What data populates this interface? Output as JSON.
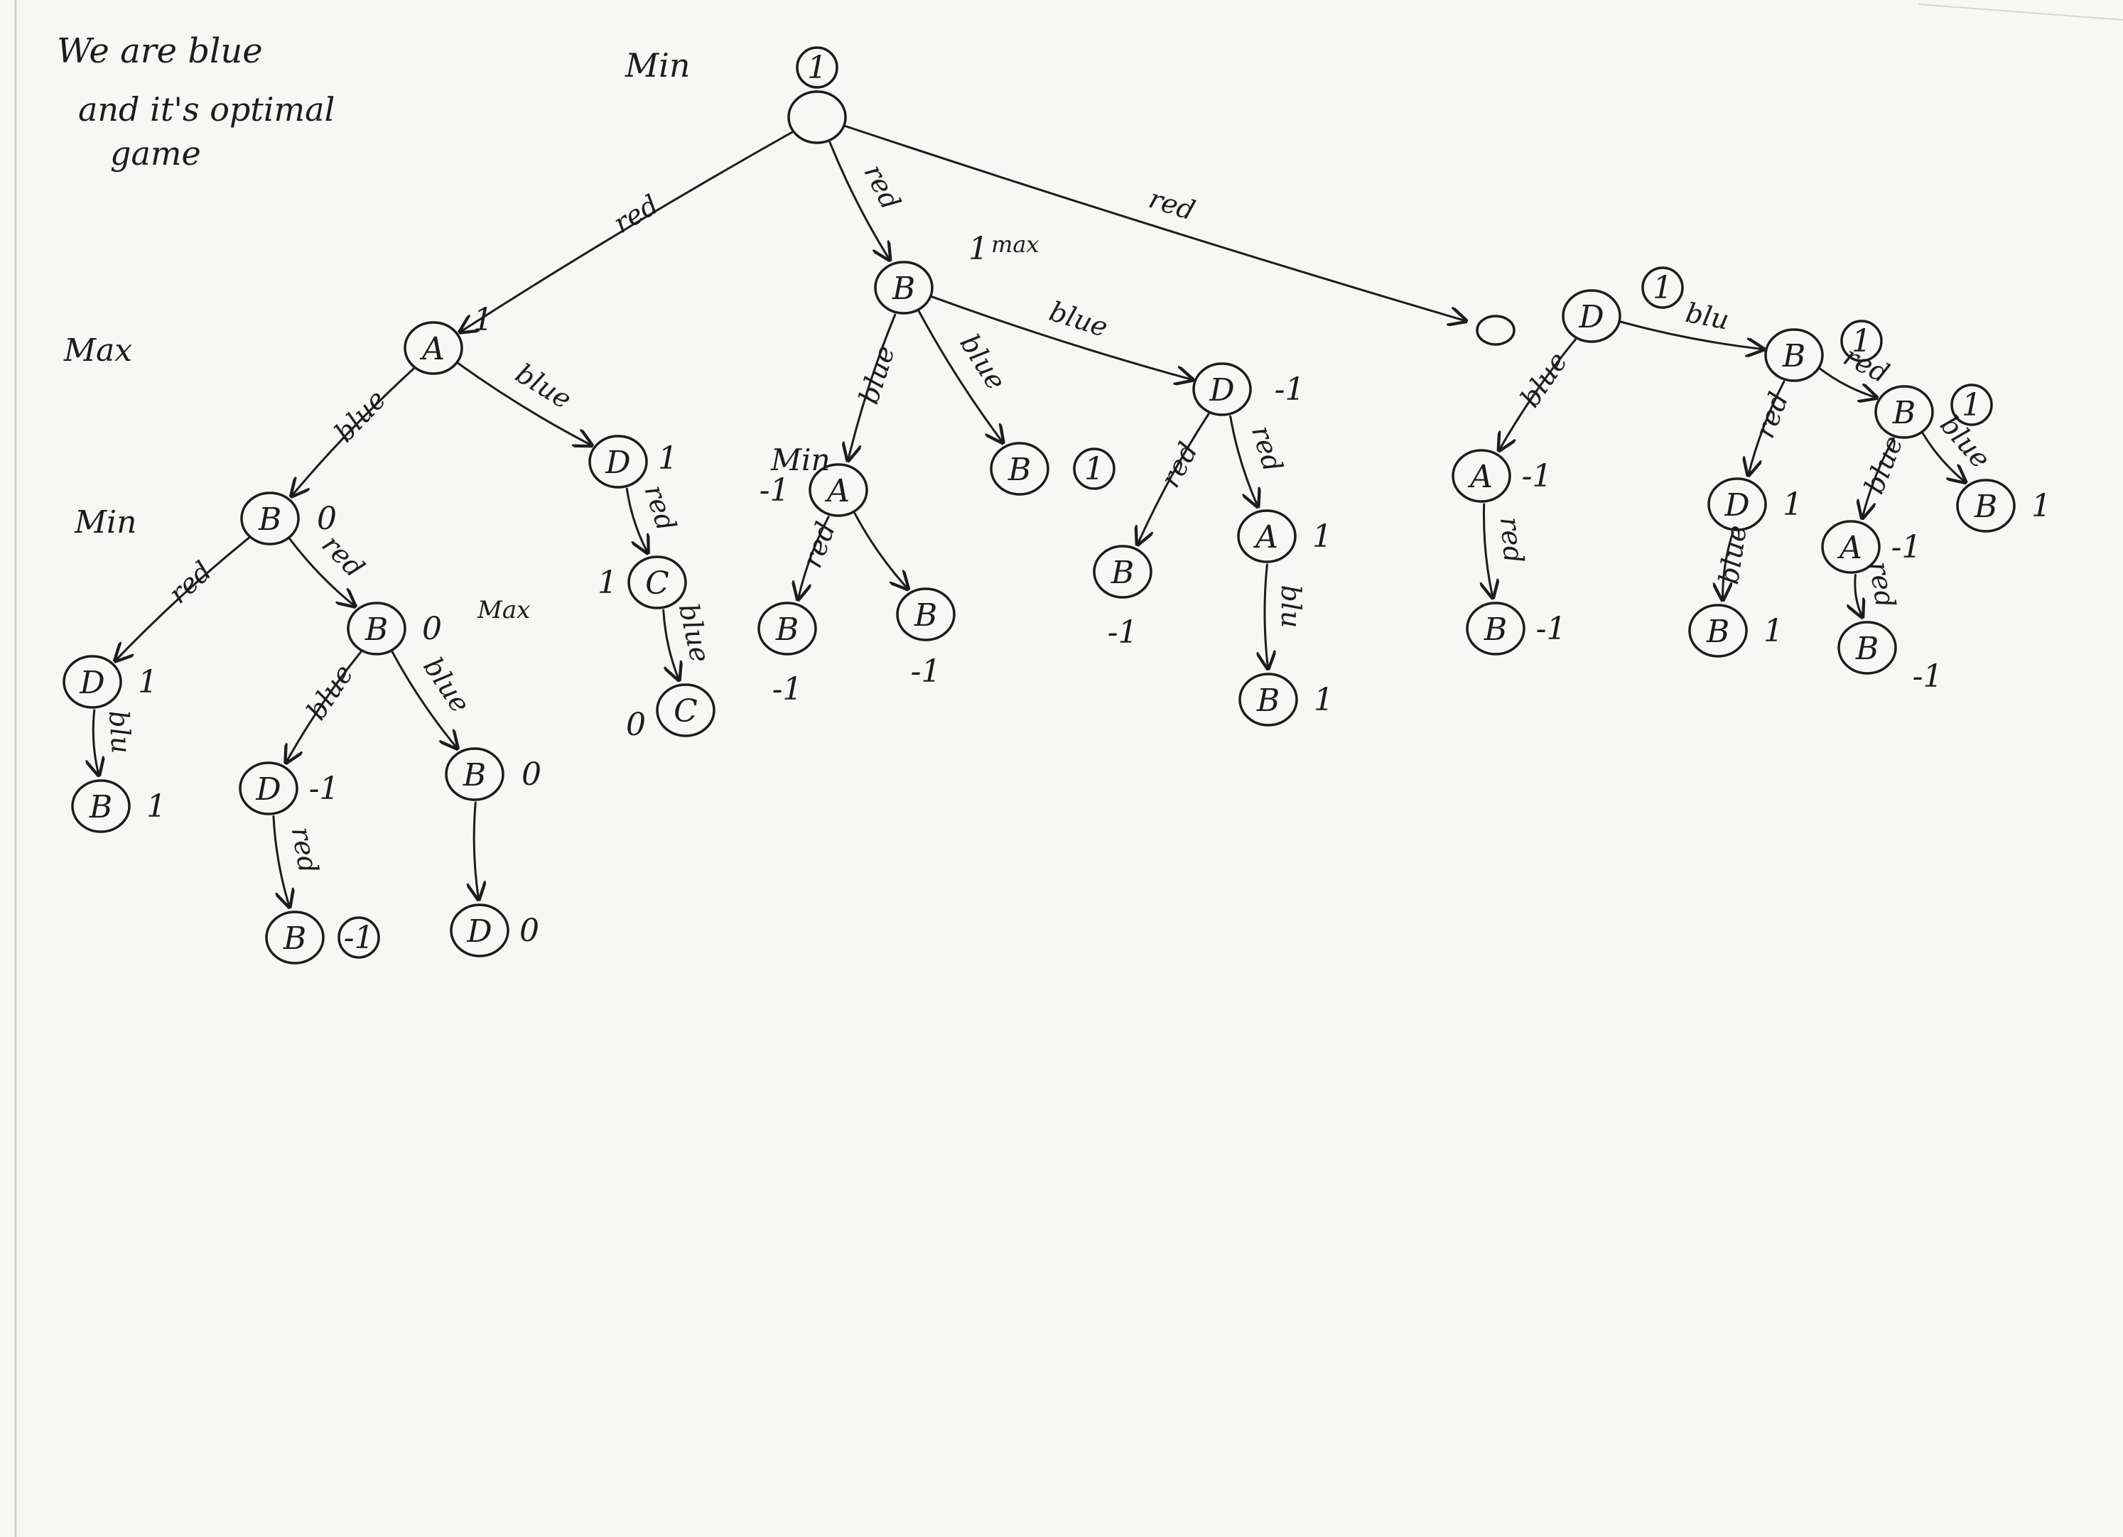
{
  "note": [
    "We are blue",
    "and it's optimal",
    "game"
  ],
  "levels": [
    "Min",
    "Max",
    "Max",
    "Min",
    "Min",
    "Max",
    "max"
  ],
  "nodes": [
    {
      "id": "root",
      "label": "",
      "value": "1",
      "circled_value": true
    },
    {
      "id": "A1",
      "label": "A",
      "value": "1"
    },
    {
      "id": "B1",
      "label": "B",
      "value": "1"
    },
    {
      "id": "D1",
      "label": "D",
      "value": "1",
      "circled_value": true
    },
    {
      "id": "u1",
      "label": "",
      "value": ""
    },
    {
      "id": "B2",
      "label": "B",
      "value": "0"
    },
    {
      "id": "D2",
      "label": "D",
      "value": "1"
    },
    {
      "id": "D3",
      "label": "D",
      "value": "1"
    },
    {
      "id": "B3",
      "label": "B",
      "value": "1"
    },
    {
      "id": "B4",
      "label": "B",
      "value": "0"
    },
    {
      "id": "D4",
      "label": "D",
      "value": "-1"
    },
    {
      "id": "B5",
      "label": "B",
      "value": "0"
    },
    {
      "id": "B6",
      "label": "B",
      "value": "-1",
      "circled_value": true
    },
    {
      "id": "D5",
      "label": "D",
      "value": "0"
    },
    {
      "id": "C1",
      "label": "C",
      "value": "1"
    },
    {
      "id": "C2",
      "label": "C",
      "value": "0"
    },
    {
      "id": "A2",
      "label": "A",
      "value": "-1"
    },
    {
      "id": "B7",
      "label": "B",
      "value": "-1"
    },
    {
      "id": "B8",
      "label": "B",
      "value": "-1"
    },
    {
      "id": "B9",
      "label": "B",
      "value": "1",
      "circled_value": true
    },
    {
      "id": "D6",
      "label": "D",
      "value": "-1"
    },
    {
      "id": "B10",
      "label": "B",
      "value": "-1"
    },
    {
      "id": "A3",
      "label": "A",
      "value": "1"
    },
    {
      "id": "B11",
      "label": "B",
      "value": "1"
    },
    {
      "id": "A4",
      "label": "A",
      "value": "-1"
    },
    {
      "id": "B12",
      "label": "B",
      "value": "-1"
    },
    {
      "id": "B13",
      "label": "B",
      "value": "1",
      "circled_value": true
    },
    {
      "id": "D7",
      "label": "D",
      "value": "1"
    },
    {
      "id": "B14",
      "label": "B",
      "value": "1"
    },
    {
      "id": "B15",
      "label": "B",
      "value": "1",
      "circled_value": true
    },
    {
      "id": "B16",
      "label": "B",
      "value": "1"
    },
    {
      "id": "A5",
      "label": "A",
      "value": "-1"
    },
    {
      "id": "B17",
      "label": "B",
      "value": "-1"
    }
  ],
  "edges": [
    {
      "from": "root",
      "to": "A1",
      "label": "red"
    },
    {
      "from": "root",
      "to": "B1",
      "label": "red"
    },
    {
      "from": "root",
      "to": "u1",
      "label": "red"
    },
    {
      "from": "A1",
      "to": "B2",
      "label": "blue"
    },
    {
      "from": "A1",
      "to": "D2",
      "label": "blue"
    },
    {
      "from": "B1",
      "to": "A2",
      "label": "blue"
    },
    {
      "from": "B1",
      "to": "B9",
      "label": "blue"
    },
    {
      "from": "B1",
      "to": "D6",
      "label": "blue"
    },
    {
      "from": "D1",
      "to": "A4",
      "label": "blue"
    },
    {
      "from": "D1",
      "to": "B13",
      "label": "blu"
    },
    {
      "from": "B2",
      "to": "D3",
      "label": "red"
    },
    {
      "from": "B2",
      "to": "B4",
      "label": "red"
    },
    {
      "from": "D2",
      "to": "C1",
      "label": "red"
    },
    {
      "from": "D3",
      "to": "B3",
      "label": "blu"
    },
    {
      "from": "B4",
      "to": "D4",
      "label": "blue"
    },
    {
      "from": "B4",
      "to": "B5",
      "label": "blue"
    },
    {
      "from": "D4",
      "to": "B6",
      "label": "red"
    },
    {
      "from": "B5",
      "to": "D5",
      "label": ""
    },
    {
      "from": "C1",
      "to": "C2",
      "label": "blue"
    },
    {
      "from": "A2",
      "to": "B7",
      "label": "red"
    },
    {
      "from": "A2",
      "to": "B8",
      "label": ""
    },
    {
      "from": "D6",
      "to": "B10",
      "label": "red"
    },
    {
      "from": "D6",
      "to": "A3",
      "label": "red"
    },
    {
      "from": "A3",
      "to": "B11",
      "label": "blu"
    },
    {
      "from": "A4",
      "to": "B12",
      "label": "red"
    },
    {
      "from": "B13",
      "to": "D7",
      "label": "red"
    },
    {
      "from": "B13",
      "to": "B15",
      "label": "red"
    },
    {
      "from": "D7",
      "to": "B14",
      "label": "blue"
    },
    {
      "from": "B15",
      "to": "A5",
      "label": "blue"
    },
    {
      "from": "B15",
      "to": "B16",
      "label": "blue"
    },
    {
      "from": "A5",
      "to": "B17",
      "label": "red"
    }
  ]
}
